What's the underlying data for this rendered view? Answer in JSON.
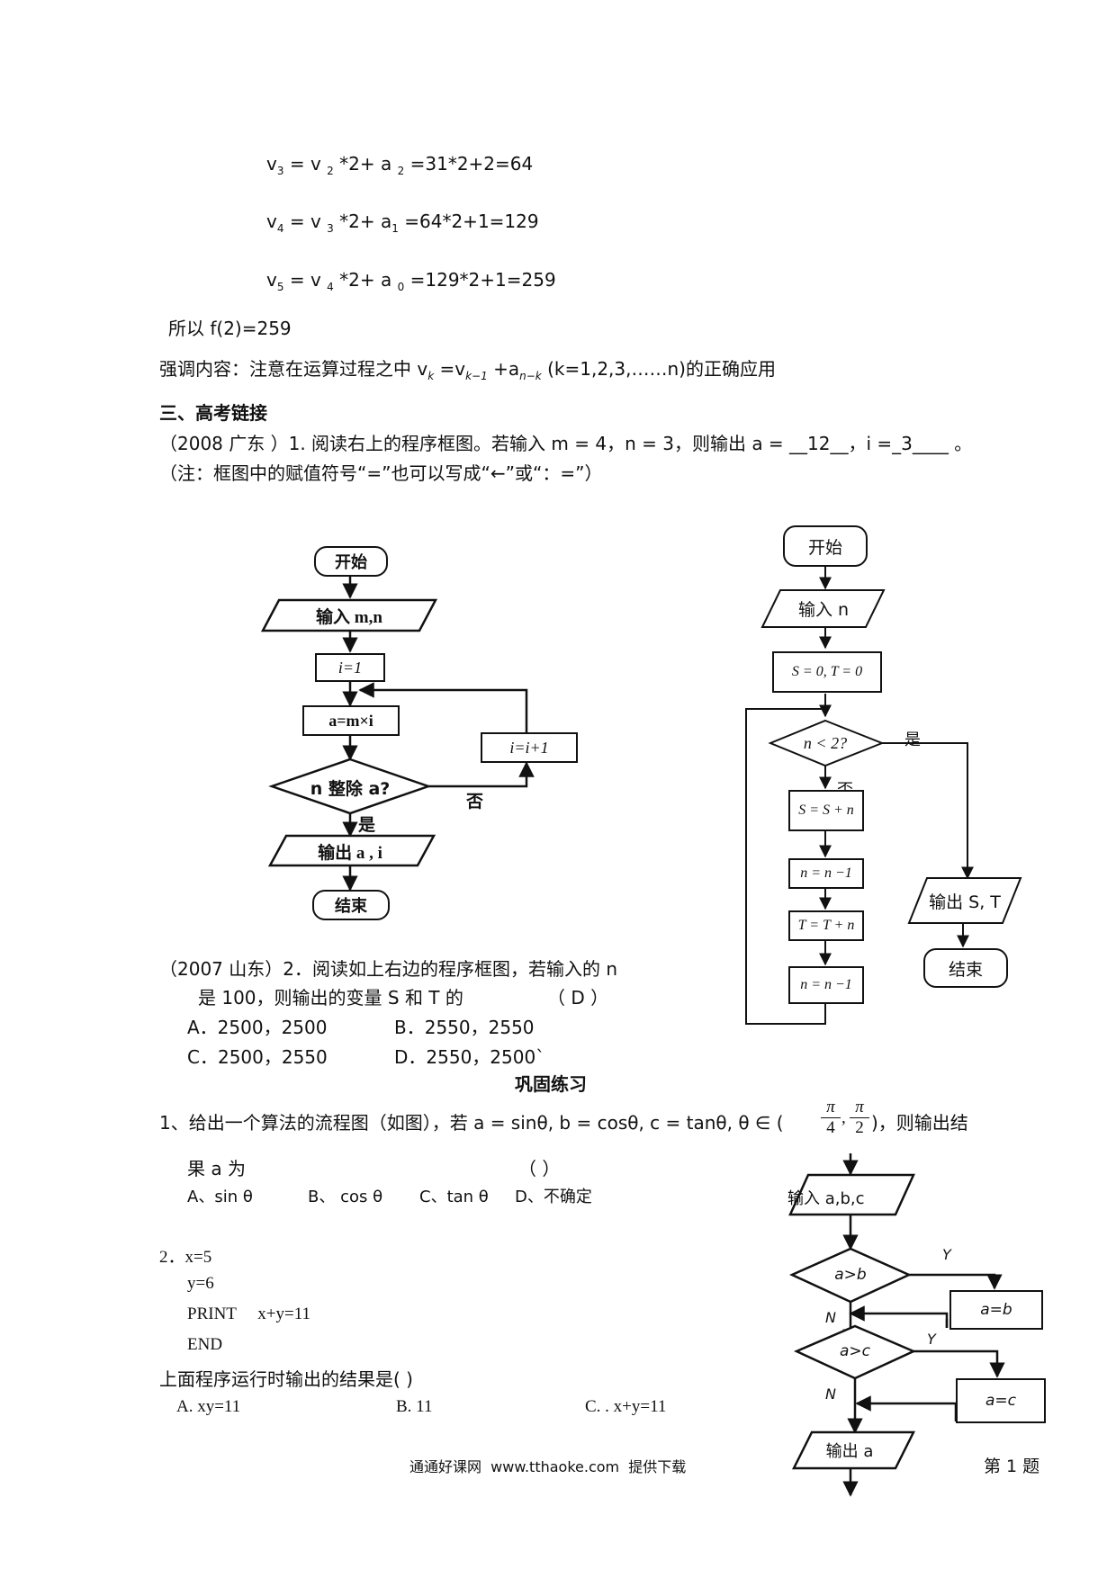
{
  "steps": {
    "v3": [
      "v",
      "3",
      " = v ",
      "2",
      " *2+ a ",
      "2",
      " =31*2+2=64"
    ],
    "v4": [
      "v",
      "4",
      " = v ",
      "3",
      " *2+ a",
      "1",
      " =64*2+1=129"
    ],
    "v5": [
      "v",
      "5",
      " = v ",
      "4",
      " *2+ a ",
      "0",
      " =129*2+1=259"
    ],
    "result": "所以  f(2)=259"
  },
  "emphasis": {
    "prefix": "强调内容：注意在运算过程之中 v",
    "sub_k": "k",
    "mid1": " =v",
    "sub_k1": "k−1",
    "mid2": " +a",
    "sub_nk": "n−k",
    "suffix": "   (k=1,2,3,……n)的正确应用"
  },
  "section3": {
    "heading": "三、高考链接",
    "q1_line1": "（2008 广东    ）1. 阅读右上的程序框图。若输入 m = 4，n = 3，则输出 a = __12__，i =_3____  。",
    "q1_line2": "（注：框图中的赋值符号“=”也可以写成“←”或“：=”）"
  },
  "flow1": {
    "start": "开始",
    "input": "输入 m,n",
    "init": "i=1",
    "assign": "a=m×i",
    "increment": "i=i+1",
    "condition": "n 整除 a?",
    "no": "否",
    "yes": "是",
    "output": "输出 a , i",
    "end": "结束"
  },
  "flow2": {
    "start": "开始",
    "input": "输入 n",
    "init": "S = 0,  T = 0",
    "condition": "n < 2?",
    "yes": "是",
    "no": "否",
    "s_update": "S = S + n",
    "n_dec1": "n = n −1",
    "t_update": "T = T + n",
    "n_dec2": "n = n −1",
    "output": "输出 S,  T",
    "end": "结束"
  },
  "q2": {
    "line1": "（2007 山东）2．阅读如上右边的程序框图，若输入的 n",
    "line2": "是 100，则输出的变量 S 和 T 的",
    "answer": "（  D  ）",
    "optA": "A．2500，2500",
    "optB": "B．2550，2550",
    "optC": "C．2500，2550",
    "optD": "D．2550，2500`"
  },
  "practice": {
    "heading": "巩固练习",
    "q1_text": "1、给出一个算法的流程图（如图），若 a = sinθ, b = cosθ, c = tanθ, θ ∈ (",
    "q1_pi": "π",
    "q1_4": "4",
    "q1_2": "2",
    "q1_tail": ")，则输出结",
    "q1_line2": "果 a 为",
    "q1_paren": "（     ）",
    "q1_optA": "A、sin θ",
    "q1_optB": "B、 cos θ",
    "q1_optC": "C、tan θ",
    "q1_optD": "D、不确定",
    "q2_label": "2．x=5",
    "q2_y": "y=6",
    "q2_print": "PRINT     x+y=11",
    "q2_end": "END",
    "q2_question": "上面程序运行时输出的结果是(      )",
    "q2_optA": "A. xy=11",
    "q2_optB": "B. 11",
    "q2_optC": "C. . x+y=11"
  },
  "flow3": {
    "input": "输入 a,b,c",
    "cond1": "a>b",
    "cond2": "a>c",
    "assign1": "a=b",
    "assign2": "a=c",
    "yes1": "Y",
    "yes2": "Y",
    "no1": "N",
    "no2": "N",
    "output": "输出 a",
    "caption": "第 1 题"
  },
  "footer": "通通好课网  www.tthaoke.com  提供下载"
}
